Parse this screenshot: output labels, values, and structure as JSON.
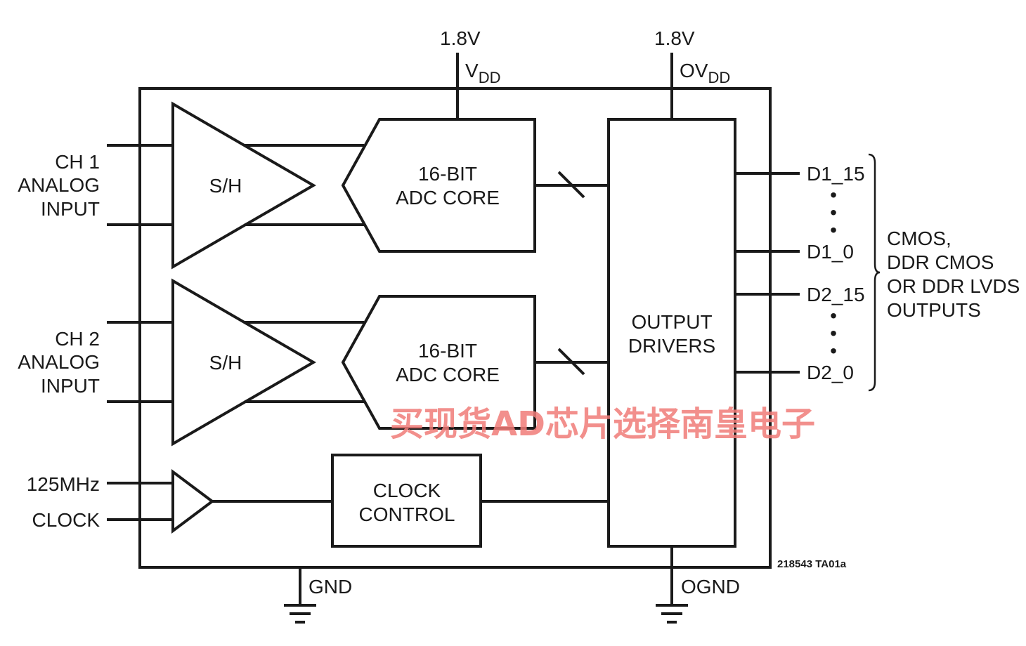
{
  "supply": {
    "vdd_voltage": "1.8V",
    "vdd_label": "V",
    "vdd_sub": "DD",
    "ovdd_voltage": "1.8V",
    "ovdd_label": "OV",
    "ovdd_sub": "DD"
  },
  "ground": {
    "gnd_label": "GND",
    "ognd_label": "OGND"
  },
  "channel1": {
    "label_line1": "CH 1",
    "label_line2": "ANALOG",
    "label_line3": "INPUT",
    "sh_label": "S/H",
    "adc_line1": "16-BIT",
    "adc_line2": "ADC CORE"
  },
  "channel2": {
    "label_line1": "CH 2",
    "label_line2": "ANALOG",
    "label_line3": "INPUT",
    "sh_label": "S/H",
    "adc_line1": "16-BIT",
    "adc_line2": "ADC CORE"
  },
  "clock": {
    "freq_label": "125MHz",
    "clock_label": "CLOCK",
    "control_line1": "CLOCK",
    "control_line2": "CONTROL"
  },
  "output_drivers": {
    "line1": "OUTPUT",
    "line2": "DRIVERS"
  },
  "outputs": {
    "d1_msb": "D1_15",
    "d1_lsb": "D1_0",
    "d2_msb": "D2_15",
    "d2_lsb": "D2_0",
    "ellipsis_dot": "•",
    "format_line1": "CMOS,",
    "format_line2": "DDR CMOS",
    "format_line3": "OR DDR LVDS",
    "format_line4": "OUTPUTS"
  },
  "figure_id": "218543 TA01a",
  "watermark": "买现货AD芯片选择南皇电子"
}
